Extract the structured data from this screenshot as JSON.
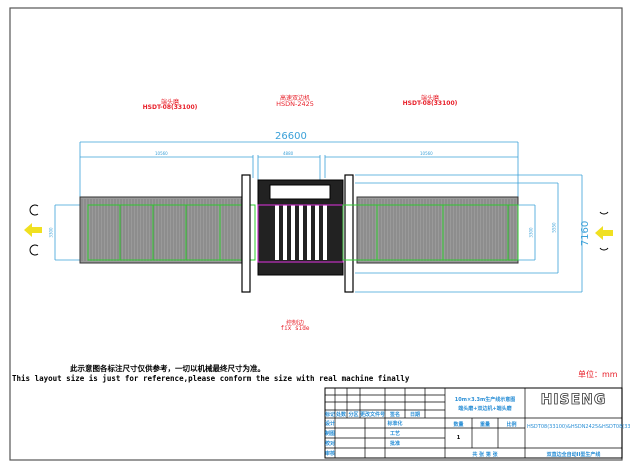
{
  "labels": {
    "left_machine": {
      "cn": "端头磨",
      "model": "HSDT-08(33100)"
    },
    "center_machine": {
      "cn": "高速双边机",
      "model": "HSDN-2425"
    },
    "right_machine": {
      "cn": "端头磨",
      "model": "HSDT-08(33100)"
    },
    "control_side": {
      "cn": "控制边",
      "en": "fix side"
    }
  },
  "dimensions": {
    "overall_length": "26600",
    "left_section": "10560",
    "center_section": "4880",
    "right_section": "10560",
    "left_width": "3300",
    "right_width_inner": "3300",
    "right_width_mid": "5550",
    "overall_width": "7160"
  },
  "notes": {
    "cn": "此示意图各标注尺寸仅供参考，一切以机械最终尺寸为准。",
    "en": "This layout size is just for reference,please conform the size with real machine finally",
    "unit": "单位：mm"
  },
  "title_block": {
    "rev_headers": [
      "标记",
      "处数",
      "分区",
      "更改文件号",
      "签名",
      "日期"
    ],
    "roles": [
      "设计",
      "制图",
      "校对",
      "审核"
    ],
    "std": "标准化",
    "process": "工艺",
    "approve": "批准",
    "drawing_title_1": "10m×3.3m生产线示意图",
    "drawing_title_2": "端头磨+双边机+端头磨",
    "qty_label": "数量",
    "weight_label": "重量",
    "scale_label": "比例",
    "qty_value": "1",
    "sheets": "共  张  第  张",
    "brand": "HISENG",
    "model_no": "HSDT08(33100)&HSDN2425&HSDT08(33100)",
    "line_name": "双直边全自动II型生产线"
  },
  "colors": {
    "dimension": "#3aa0d8",
    "label": "#e8202a",
    "glass_outline": "#2ec82e",
    "center_outline": "#c030c0",
    "arrow": "#f0e020"
  }
}
